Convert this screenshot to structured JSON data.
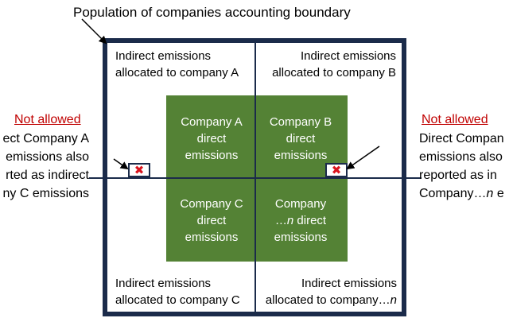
{
  "title": "Population of companies accounting boundary",
  "quadrants": {
    "top_left": {
      "line1": "Indirect emissions",
      "line2": "allocated to company A"
    },
    "top_right": {
      "line1": "Indirect emissions",
      "line2": "allocated to company B"
    },
    "bottom_left": {
      "line1": "Indirect emissions",
      "line2": "allocated to company C"
    },
    "bottom_right": {
      "line1": "Indirect emissions",
      "line2_prefix": "allocated to company…",
      "line2_italic": "n"
    }
  },
  "companies": {
    "a": {
      "line1": "Company A",
      "line2": "direct",
      "line3": "emissions"
    },
    "b": {
      "line1": "Company B",
      "line2": "direct",
      "line3": "emissions"
    },
    "c": {
      "line1": "Company C",
      "line2": "direct",
      "line3": "emissions"
    },
    "n": {
      "line1": "Company",
      "line2_prefix": "…",
      "line2_italic": "n",
      "line2_suffix": " direct",
      "line3": "emissions"
    }
  },
  "left_note": {
    "heading": "Not allowed",
    "line1": "ect Company A",
    "line2": "emissions also",
    "line3": "rted as indirect",
    "line4": "ny C emissions"
  },
  "right_note": {
    "heading": "Not allowed",
    "line1": "Direct Compan",
    "line2": "emissions also",
    "line3": "reported as in",
    "line4_prefix": "Company…",
    "line4_italic": "n",
    "line4_suffix": " e"
  },
  "markers": {
    "symbol": "✖"
  },
  "colors": {
    "boundary": "#1b2b4a",
    "company_fill": "#548235",
    "company_text": "#ffffff",
    "warning": "#c00000",
    "marker": "#d9141e"
  }
}
